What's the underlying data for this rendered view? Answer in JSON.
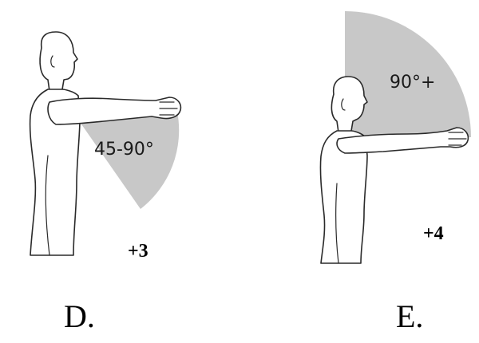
{
  "panels": [
    {
      "letter": "D.",
      "angle_text": "45-90°",
      "score": "+3",
      "sector_color": "#c8c8c8"
    },
    {
      "letter": "E.",
      "angle_text": "90°+",
      "score": "+4",
      "sector_color": "#c8c8c8"
    }
  ]
}
